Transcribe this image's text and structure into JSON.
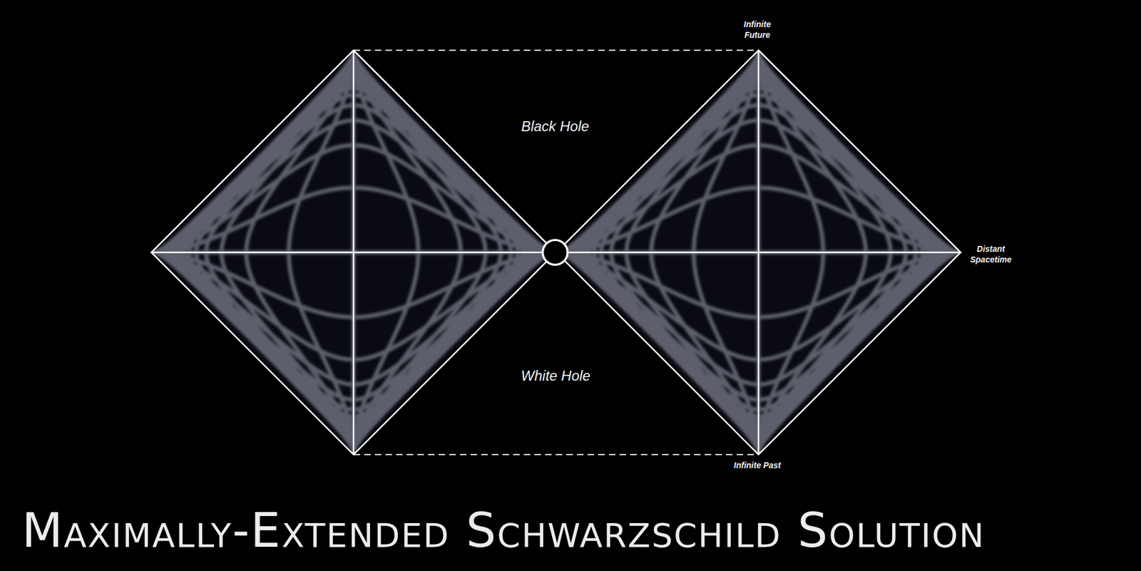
{
  "diagram": {
    "title": "Maximally-Extended Schwarzschild Solution",
    "labels": [
      "Infinite Future",
      "Black Hole",
      "Distant Spacetime",
      "White Hole",
      "Infinite Past"
    ]
  }
}
